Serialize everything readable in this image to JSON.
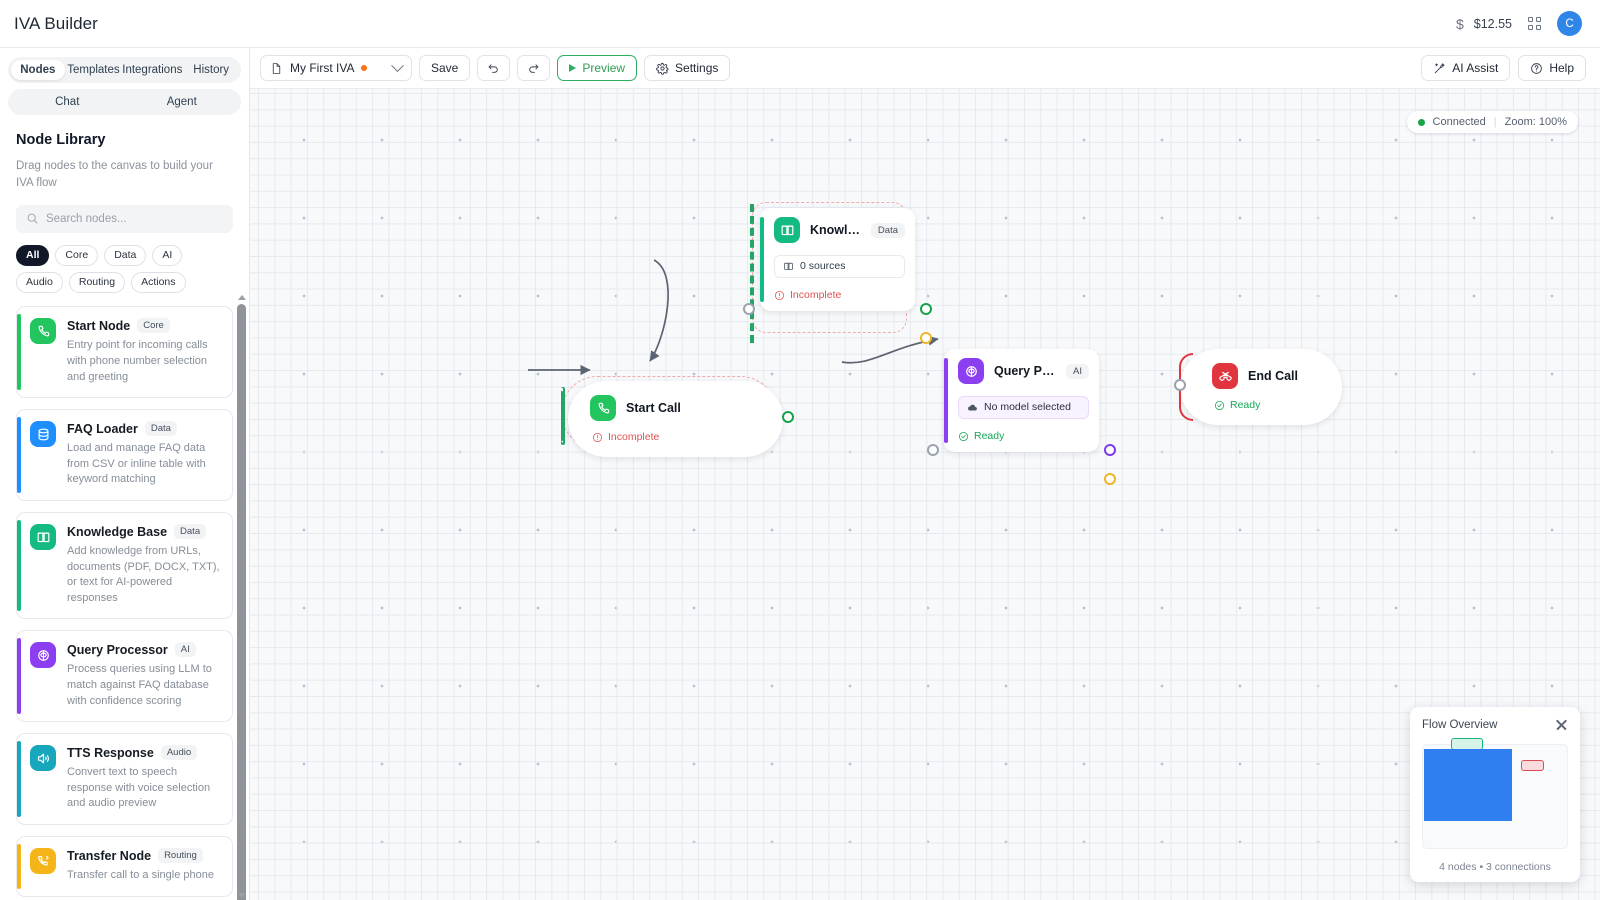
{
  "header": {
    "title": "IVA Builder",
    "cost_icon": "dollar-icon",
    "cost_value": "$12.55",
    "apps_icon": "apps-grid-icon",
    "avatar_initial": "C"
  },
  "sidebar": {
    "tabs": [
      {
        "label": "Nodes",
        "active": true
      },
      {
        "label": "Templates",
        "active": false
      },
      {
        "label": "Integrations",
        "active": false
      },
      {
        "label": "History",
        "active": false
      }
    ],
    "mode_tabs": [
      {
        "label": "Chat",
        "active": false
      },
      {
        "label": "Agent",
        "active": false
      }
    ],
    "library_title": "Node Library",
    "library_subtitle": "Drag nodes to the canvas to build your IVA flow",
    "search": {
      "placeholder": "Search nodes...",
      "value": "",
      "icon": "search-icon"
    },
    "filters": [
      {
        "label": "All",
        "active": true
      },
      {
        "label": "Core",
        "active": false
      },
      {
        "label": "Data",
        "active": false
      },
      {
        "label": "AI",
        "active": false
      },
      {
        "label": "Audio",
        "active": false
      },
      {
        "label": "Routing",
        "active": false
      },
      {
        "label": "Actions",
        "active": false
      }
    ],
    "nodes": [
      {
        "name": "Start Node",
        "tag": "Core",
        "icon": "phone-icon",
        "color": "#22c55e",
        "description": "Entry point for incoming calls with phone number selection and greeting"
      },
      {
        "name": "FAQ Loader",
        "tag": "Data",
        "icon": "database-icon",
        "color": "#1f8fff",
        "description": "Load and manage FAQ data from CSV or inline table with keyword matching"
      },
      {
        "name": "Knowledge Base",
        "tag": "Data",
        "icon": "book-icon",
        "color": "#13bb82",
        "description": "Add knowledge from URLs, documents (PDF, DOCX, TXT), or text for AI-powered responses"
      },
      {
        "name": "Query Processor",
        "tag": "AI",
        "icon": "brain-icon",
        "color": "#8b3ff0",
        "description": "Process queries using LLM to match against FAQ database with confidence scoring"
      },
      {
        "name": "TTS Response",
        "tag": "Audio",
        "icon": "speaker-icon",
        "color": "#17a7bd",
        "description": "Convert text to speech response with voice selection and audio preview"
      },
      {
        "name": "Transfer Node",
        "tag": "Routing",
        "icon": "phone-forward-icon",
        "color": "#f5b518",
        "description": "Transfer call to a single phone"
      }
    ]
  },
  "toolbar": {
    "flow_name": "My First IVA",
    "flow_icon": "document-icon",
    "dirty_indicator": "unsaved-dot",
    "chevron_icon": "chevron-down-icon",
    "save_label": "Save",
    "undo_icon": "undo-icon",
    "redo_icon": "redo-icon",
    "preview_label": "Preview",
    "preview_icon": "play-icon",
    "settings_label": "Settings",
    "settings_icon": "gear-icon",
    "ai_assist_label": "AI Assist",
    "ai_assist_icon": "magic-wand-icon",
    "help_label": "Help",
    "help_icon": "question-circle-icon"
  },
  "canvas": {
    "status": {
      "connection": "Connected",
      "separator": "|",
      "zoom": "Zoom: 100%"
    },
    "nodes": [
      {
        "id": "knowledge-base",
        "name": "Knowled...",
        "tag": "Data",
        "icon": "book-icon",
        "color": "#13bb82",
        "field_text": "0 sources",
        "field_icon": "book-icon",
        "status": "Incomplete",
        "status_type": "incomplete",
        "selected": true
      },
      {
        "id": "start-call",
        "name": "Start Call",
        "tag": "",
        "icon": "phone-icon",
        "color": "#22c55e",
        "status": "Incomplete",
        "status_type": "incomplete",
        "selected": true
      },
      {
        "id": "query-processor",
        "name": "Query Pro...",
        "tag": "AI",
        "icon": "brain-icon",
        "color": "#8b3ff0",
        "field_text": "No model selected",
        "field_icon": "cloud-icon",
        "status": "Ready",
        "status_type": "ready",
        "selected": false
      },
      {
        "id": "end-call",
        "name": "End Call",
        "tag": "",
        "icon": "phone-hangup-icon",
        "color": "#e0343f",
        "status": "Ready",
        "status_type": "ready",
        "selected": false
      }
    ]
  },
  "minimap": {
    "title": "Flow Overview",
    "close_icon": "close-icon",
    "footer": "4 nodes • 3 connections",
    "viewport_color": "#2f7ff0",
    "nodes": [
      {
        "color": "#14b87d",
        "fill": "#d6f5e8"
      },
      {
        "color": "#e04a52",
        "fill": "#fbdcdd"
      }
    ]
  }
}
